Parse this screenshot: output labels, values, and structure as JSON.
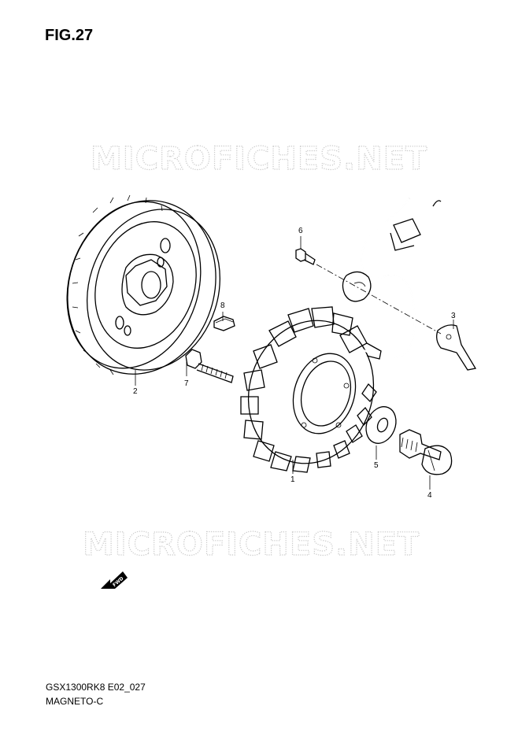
{
  "figure": {
    "title": "FIG.27"
  },
  "watermark": {
    "text": "MICROFICHES.NET"
  },
  "direction_marker": {
    "label": "FWD",
    "icon": "arrow-fwd-icon"
  },
  "callouts": [
    {
      "id": "1",
      "label": "1",
      "part": "stator"
    },
    {
      "id": "2",
      "label": "2",
      "part": "rotor-flywheel"
    },
    {
      "id": "3",
      "label": "3",
      "part": "clamp"
    },
    {
      "id": "4",
      "label": "4",
      "part": "flywheel-bolt"
    },
    {
      "id": "5",
      "label": "5",
      "part": "washer"
    },
    {
      "id": "6",
      "label": "6",
      "part": "screw"
    },
    {
      "id": "7",
      "label": "7",
      "part": "stator-bolt"
    },
    {
      "id": "8",
      "label": "8",
      "part": "key"
    }
  ],
  "footer": {
    "code": "GSX1300RK8 E02_027",
    "name": "MAGNETO-C"
  },
  "colors": {
    "line": "#000000",
    "watermark": "#c8c8c8",
    "background": "#ffffff"
  }
}
